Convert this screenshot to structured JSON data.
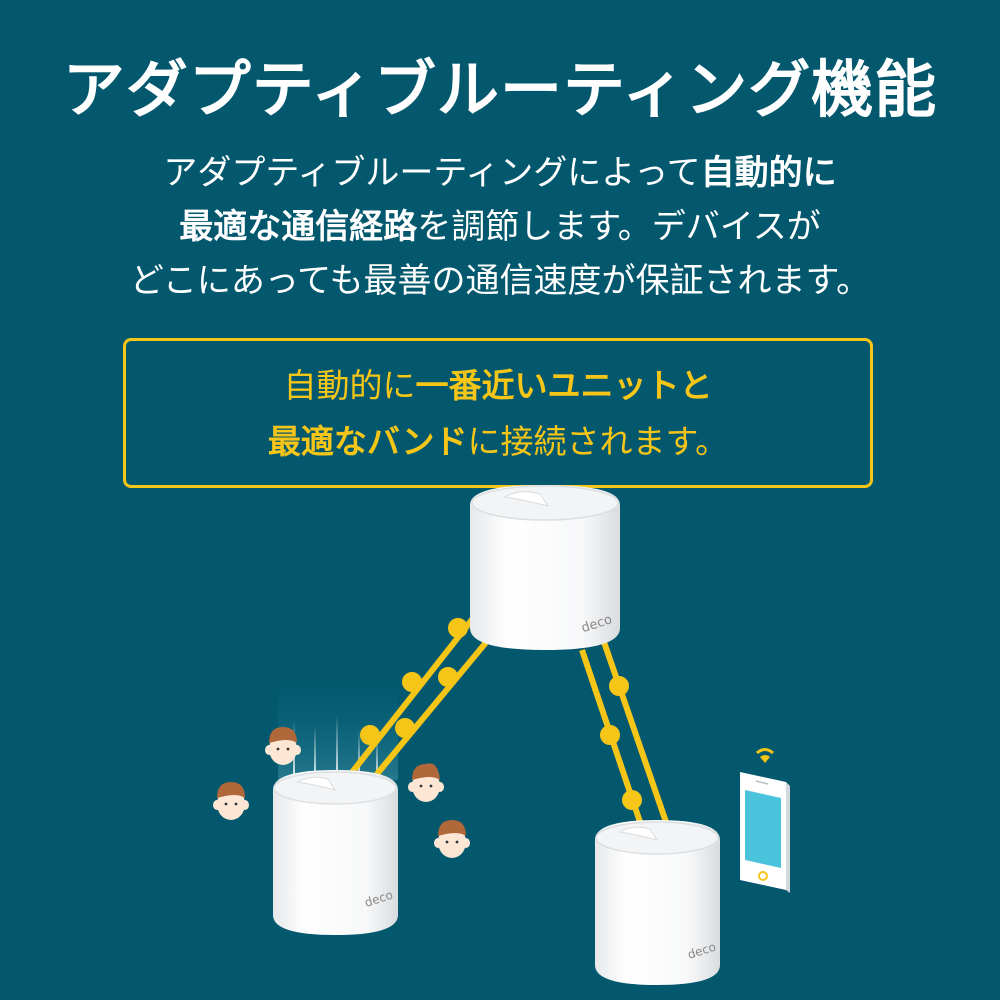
{
  "title": "アダプティブルーティング機能",
  "lead": {
    "line1_regular": "アダプティブルーティングによって",
    "line1_bold": "自動的に",
    "line2_bold": "最適な通信経路",
    "line2_regular": "を調節します。デバイスが",
    "line3_regular": "どこにあっても最善の通信速度が保証されます。"
  },
  "callout": {
    "line1_regular": "自動的に",
    "line1_bold": "一番近いユニットと",
    "line2_bold": "最適なバンド",
    "line2_regular": "に接続されます。"
  },
  "diagram": {
    "units": [
      {
        "id": "main",
        "logo": "deco"
      },
      {
        "id": "left",
        "logo": "deco"
      },
      {
        "id": "right",
        "logo": "deco"
      }
    ],
    "people_count": 4,
    "device": "smartphone",
    "icons": [
      "wifi-icon",
      "person-icon",
      "smartphone-icon",
      "router-icon"
    ]
  },
  "colors": {
    "background": "#03586e",
    "accent": "#f5c518",
    "text": "#ffffff",
    "phone_screen": "#4cc3dc"
  }
}
